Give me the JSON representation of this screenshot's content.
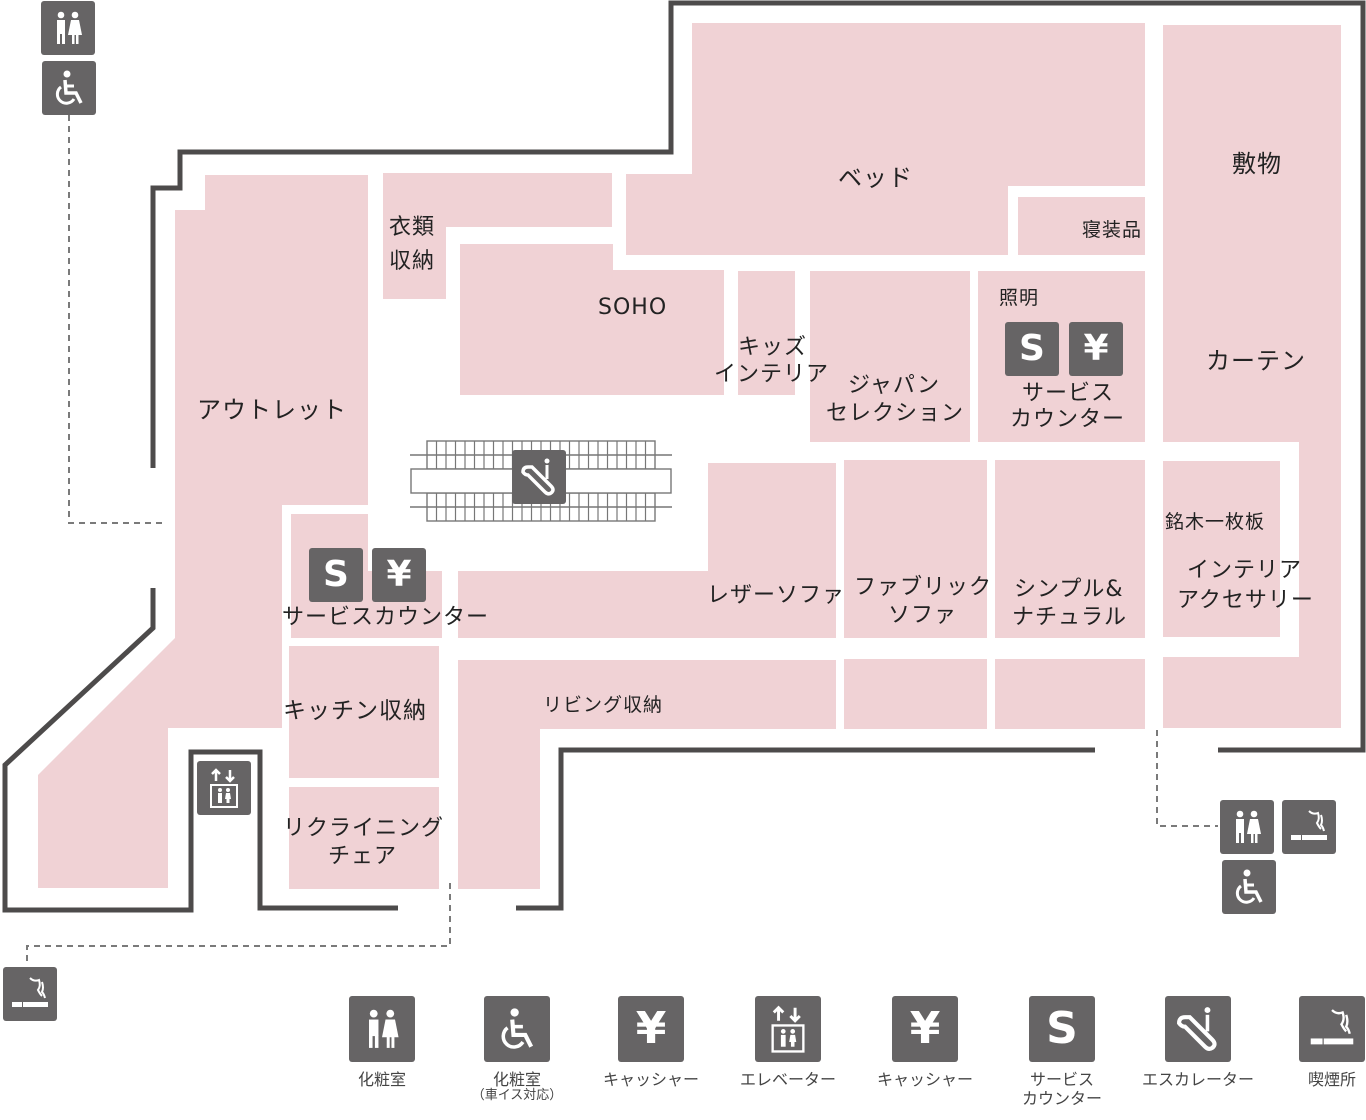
{
  "map": {
    "zones": [
      {
        "id": "outlet",
        "label": "アウトレット"
      },
      {
        "id": "clothes_storage",
        "label": "衣類\n収納",
        "line1": "衣類",
        "line2": "収納"
      },
      {
        "id": "soho",
        "label": "SOHO"
      },
      {
        "id": "bed",
        "label": "ベッド"
      },
      {
        "id": "bedding",
        "label": "寝装品"
      },
      {
        "id": "rugs",
        "label": "敷物"
      },
      {
        "id": "curtain",
        "label": "カーテン"
      },
      {
        "id": "kids",
        "line1": "キッズ",
        "line2": "インテリア"
      },
      {
        "id": "japan",
        "line1": "ジャパン",
        "line2": "セレクション"
      },
      {
        "id": "lighting",
        "label": "照明"
      },
      {
        "id": "service_counter_right",
        "line1": "サービス",
        "line2": "カウンター"
      },
      {
        "id": "service_counter_left",
        "label": "サービスカウンター"
      },
      {
        "id": "leather_sofa",
        "label": "レザーソファ"
      },
      {
        "id": "fabric_sofa",
        "line1": "ファブリック",
        "line2": "ソファ"
      },
      {
        "id": "simple_natural",
        "line1": "シンプル&",
        "line2": "ナチュラル"
      },
      {
        "id": "solid_wood",
        "label": "銘木一枚板"
      },
      {
        "id": "interior_accessory",
        "line1": "インテリア",
        "line2": "アクセサリー"
      },
      {
        "id": "kitchen_storage",
        "label": "キッチン収納"
      },
      {
        "id": "living_storage",
        "label": "リビング収納"
      },
      {
        "id": "reclining",
        "line1": "リクライニング",
        "line2": "チェア"
      }
    ],
    "icons": {
      "service": "S",
      "cashier": "¥"
    }
  },
  "legend": [
    {
      "icon": "restroom-icon",
      "label": "化粧室"
    },
    {
      "icon": "wheelchair-icon",
      "label": "化粧室",
      "sub": "（車イス対応）"
    },
    {
      "icon": "yen-icon",
      "label": "キャッシャー"
    },
    {
      "icon": "elevator-icon",
      "label": "エレベーター"
    },
    {
      "icon": "yen-icon",
      "label": "キャッシャー"
    },
    {
      "icon": "service-counter-icon",
      "label": "サービス",
      "label2": "カウンター"
    },
    {
      "icon": "escalator-icon",
      "label": "エスカレーター"
    },
    {
      "icon": "smoking-icon",
      "label": "喫煙所"
    }
  ],
  "colors": {
    "zone_fill": "#f0d2d5",
    "wall": "#4d4b4b",
    "icon_bg": "#666465"
  }
}
